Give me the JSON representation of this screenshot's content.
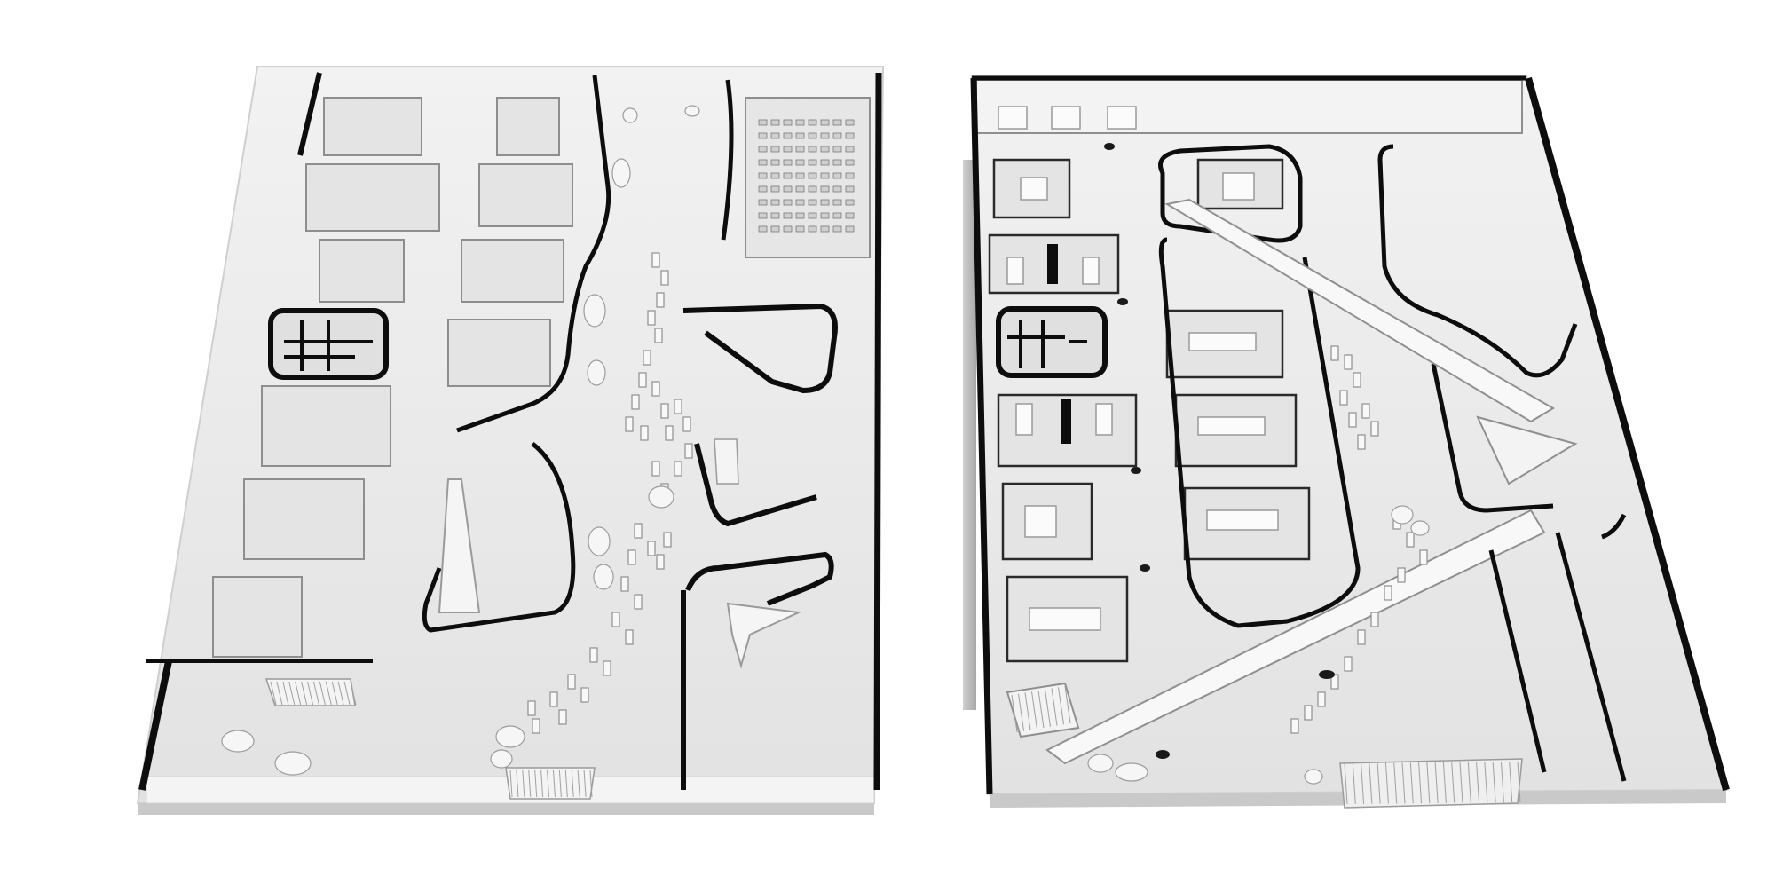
{
  "colors": {
    "background": "#ffffff",
    "floor": "#ededed",
    "floor_shadow": "#dcdcdc",
    "wall_black": "#0d0d0d",
    "wall_side": "#bdbdbd",
    "room_floor": "#e3e3e3",
    "object_light": "#f7f7f7",
    "object_edge": "#8f8f8f"
  },
  "icons": [
    "floor-plan-left",
    "floor-plan-right",
    "staircase-icon",
    "seat-grid-icon",
    "pebble-seat-icon"
  ],
  "plans": [
    {
      "name": "left-floor-plan",
      "rooms": 12,
      "pods_in_corridor": 36
    },
    {
      "name": "right-floor-plan",
      "rooms": 10,
      "ramps": 2
    }
  ]
}
